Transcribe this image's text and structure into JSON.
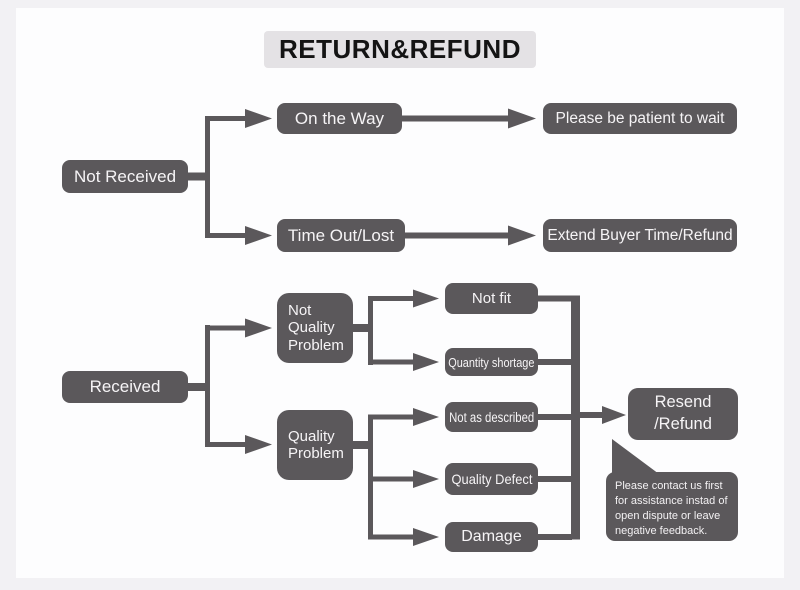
{
  "title": "RETURN&REFUND",
  "palette": {
    "node_fill": "#5b585b",
    "node_text": "#f6f4f6",
    "title_bg": "#e4e2e5",
    "title_text": "#141414",
    "page_bg": "#f2f1f4",
    "card_bg": "#fdfdfe"
  },
  "not_received_flow": {
    "root": "Not Received",
    "branch1": {
      "step": "On the Way",
      "outcome": "Please be patient to wait"
    },
    "branch2": {
      "step": "Time Out/Lost",
      "outcome": "Extend Buyer Time/Refund"
    }
  },
  "received_flow": {
    "root": "Received",
    "group1": {
      "line1": "Not",
      "line2": "Quality",
      "line3": "Problem",
      "child1": "Not fit",
      "child2": "Quantity shortage"
    },
    "group2": {
      "line1": "Quality",
      "line2": "Problem",
      "child1": "Not as described",
      "child2": "Quality Defect",
      "child3": "Damage"
    },
    "outcome": {
      "line1": "Resend",
      "line2": "/Refund"
    },
    "note": {
      "line1": "Please contact us first",
      "line2": "for assistance instad of",
      "line3": "open dispute or leave",
      "line4": "negative feedback."
    }
  }
}
